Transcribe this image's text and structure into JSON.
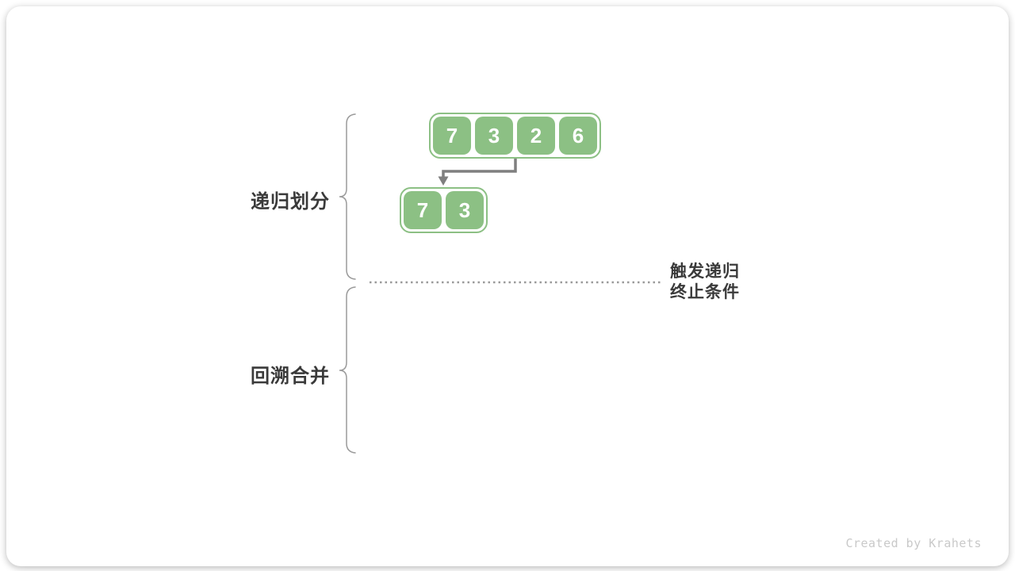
{
  "diagram": {
    "title_context": "merge-sort-recursion-figure",
    "phases": {
      "divide_label": "递归划分",
      "merge_label": "回溯合并"
    },
    "annotation": {
      "text": "触发递归\n终止条件"
    },
    "arrays": {
      "main": [
        "7",
        "3",
        "2",
        "6"
      ],
      "sub": [
        "7",
        "3"
      ]
    },
    "watermark": "Created by Krahets",
    "colors": {
      "cell_green": "#8CC084",
      "cell_text": "#ffffff",
      "arrow_gray": "#7f7f7f",
      "brace_gray": "#9a9a9a",
      "dotted_line_gray": "#9a9a9a",
      "label_text": "#3a3a3a",
      "watermark_gray": "#c9c9c9"
    }
  }
}
